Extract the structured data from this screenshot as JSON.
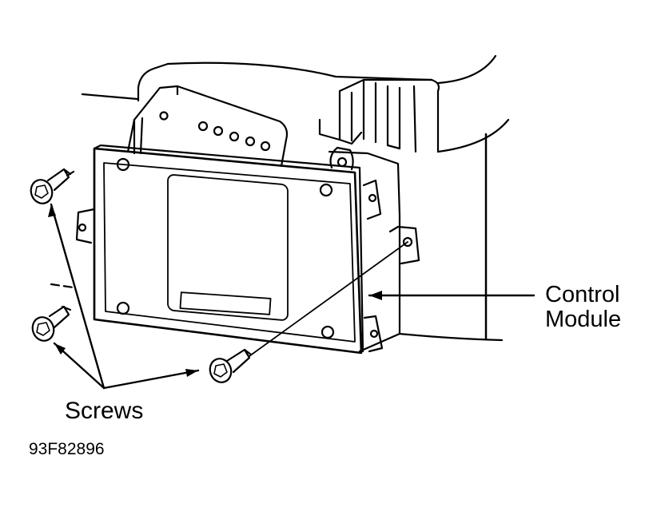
{
  "labels": {
    "control_module_line1": "Control",
    "control_module_line2": "Module",
    "screws": "Screws",
    "figure_code": "93F82896"
  },
  "colors": {
    "ink": "#000000",
    "paper": "#ffffff"
  }
}
